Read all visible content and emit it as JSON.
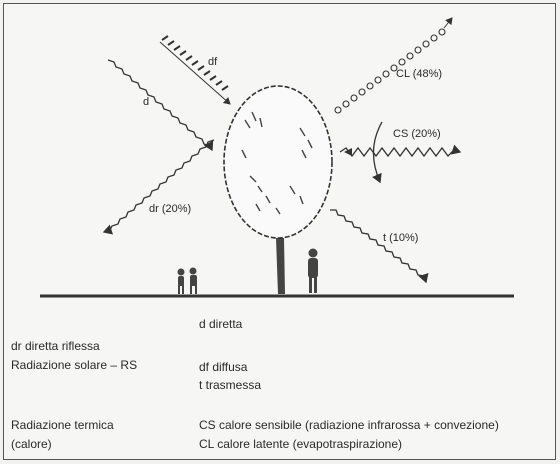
{
  "diagram": {
    "labels": {
      "df": "df",
      "d": "d",
      "cl": "CL (48%)",
      "cs": "CS (20%)",
      "dr": "dr (20%)",
      "t": "t (10%)"
    }
  },
  "legend": {
    "d": "d diretta",
    "dr": "dr diretta riflessa",
    "rs": "Radiazione solare – RS",
    "df": "df diffusa",
    "t": "t trasmessa",
    "rt_line1": "Radiazione termica",
    "rt_line2": "(calore)",
    "cs": "CS calore sensibile (radiazione infrarossa + convezione)",
    "cl": "CL calore latente (evapotraspirazione)"
  },
  "colors": {
    "ink": "#2a2a2a",
    "background": "#f6f6f4"
  }
}
